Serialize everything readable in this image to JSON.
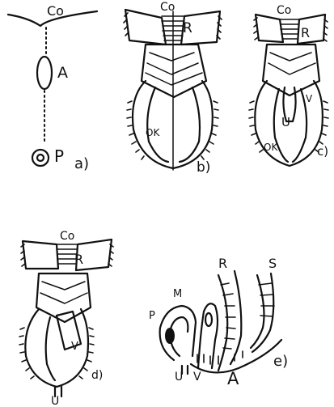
{
  "panels": [
    {
      "id": "a",
      "label": "a)",
      "terms": {
        "co": "Co",
        "a": "A",
        "p": "P"
      }
    },
    {
      "id": "b",
      "label": "b)",
      "terms": {
        "co": "Co",
        "r": "R",
        "ok": "OK"
      }
    },
    {
      "id": "c",
      "label": "c)",
      "terms": {
        "co": "Co",
        "r": "R",
        "v": "V",
        "u": "U",
        "ok": "OK"
      }
    },
    {
      "id": "d",
      "label": "d)",
      "terms": {
        "co": "Co",
        "r": "R",
        "v": "V",
        "u": "U"
      }
    },
    {
      "id": "e",
      "label": "e)",
      "terms": {
        "r": "R",
        "s": "S",
        "m": "M",
        "p": "P",
        "u": "U",
        "v": "V",
        "a": "A"
      }
    }
  ]
}
